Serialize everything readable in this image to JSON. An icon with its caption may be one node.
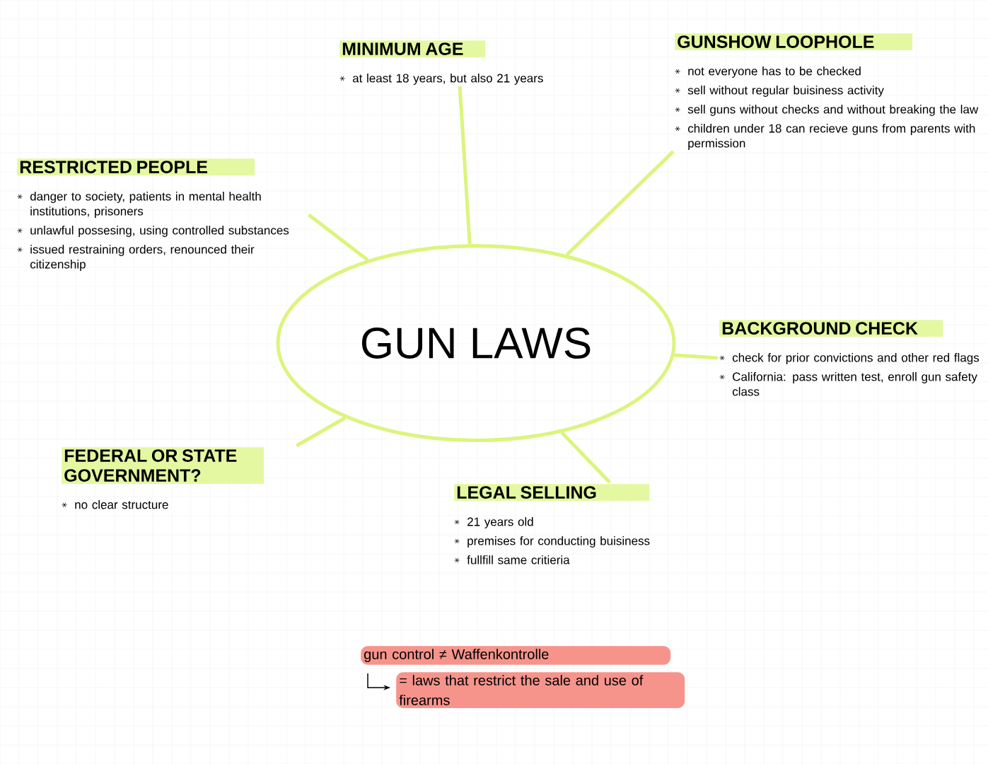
{
  "diagram": {
    "nodes": [
      {
        "text": [
          "GUN LAWS"
        ]
      },
      {
        "text": [
          "MINIMUM AGE",
          "at least 18 years, but also 21 years"
        ]
      },
      {
        "text": [
          "GUNSHOW LOOPHOLE",
          "not everyone has to be checked",
          "sell without regular buisiness activity",
          "sell guns without checks and without breaking the law",
          "children under 18 can recieve guns from parents with permission"
        ]
      },
      {
        "text": [
          "RESTRICTED PEOPLE",
          "danger to society, patients in mental health institutions, prisoners",
          "unlawful possesing, using controlled substances",
          "issued restraining orders, renounced their citizenship"
        ]
      },
      {
        "text": [
          "BACKGROUND CHECK",
          "check for prior convictions and other red flags",
          "California: pass written test, enroll gun safety class"
        ]
      },
      {
        "text": [
          "FEDERAL OR STATE GOVERNMENT?",
          "no clear structure"
        ]
      },
      {
        "text": [
          "LEGAL SELLING",
          "21 years old",
          "premises for conducting buisiness",
          "fullfill same critieria"
        ]
      }
    ],
    "edges": [
      {
        "from": 0,
        "to": 1,
        "arrow": "none"
      },
      {
        "from": 0,
        "to": 2,
        "arrow": "none"
      },
      {
        "from": 0,
        "to": 3,
        "arrow": "none"
      },
      {
        "from": 0,
        "to": 4,
        "arrow": "none"
      },
      {
        "from": 0,
        "to": 5,
        "arrow": "none"
      },
      {
        "from": 0,
        "to": 6,
        "arrow": "none"
      }
    ],
    "labels": [
      "gun control ≠ Waffenkontrolle",
      "= laws that restrict the sale and use of firearms"
    ]
  }
}
